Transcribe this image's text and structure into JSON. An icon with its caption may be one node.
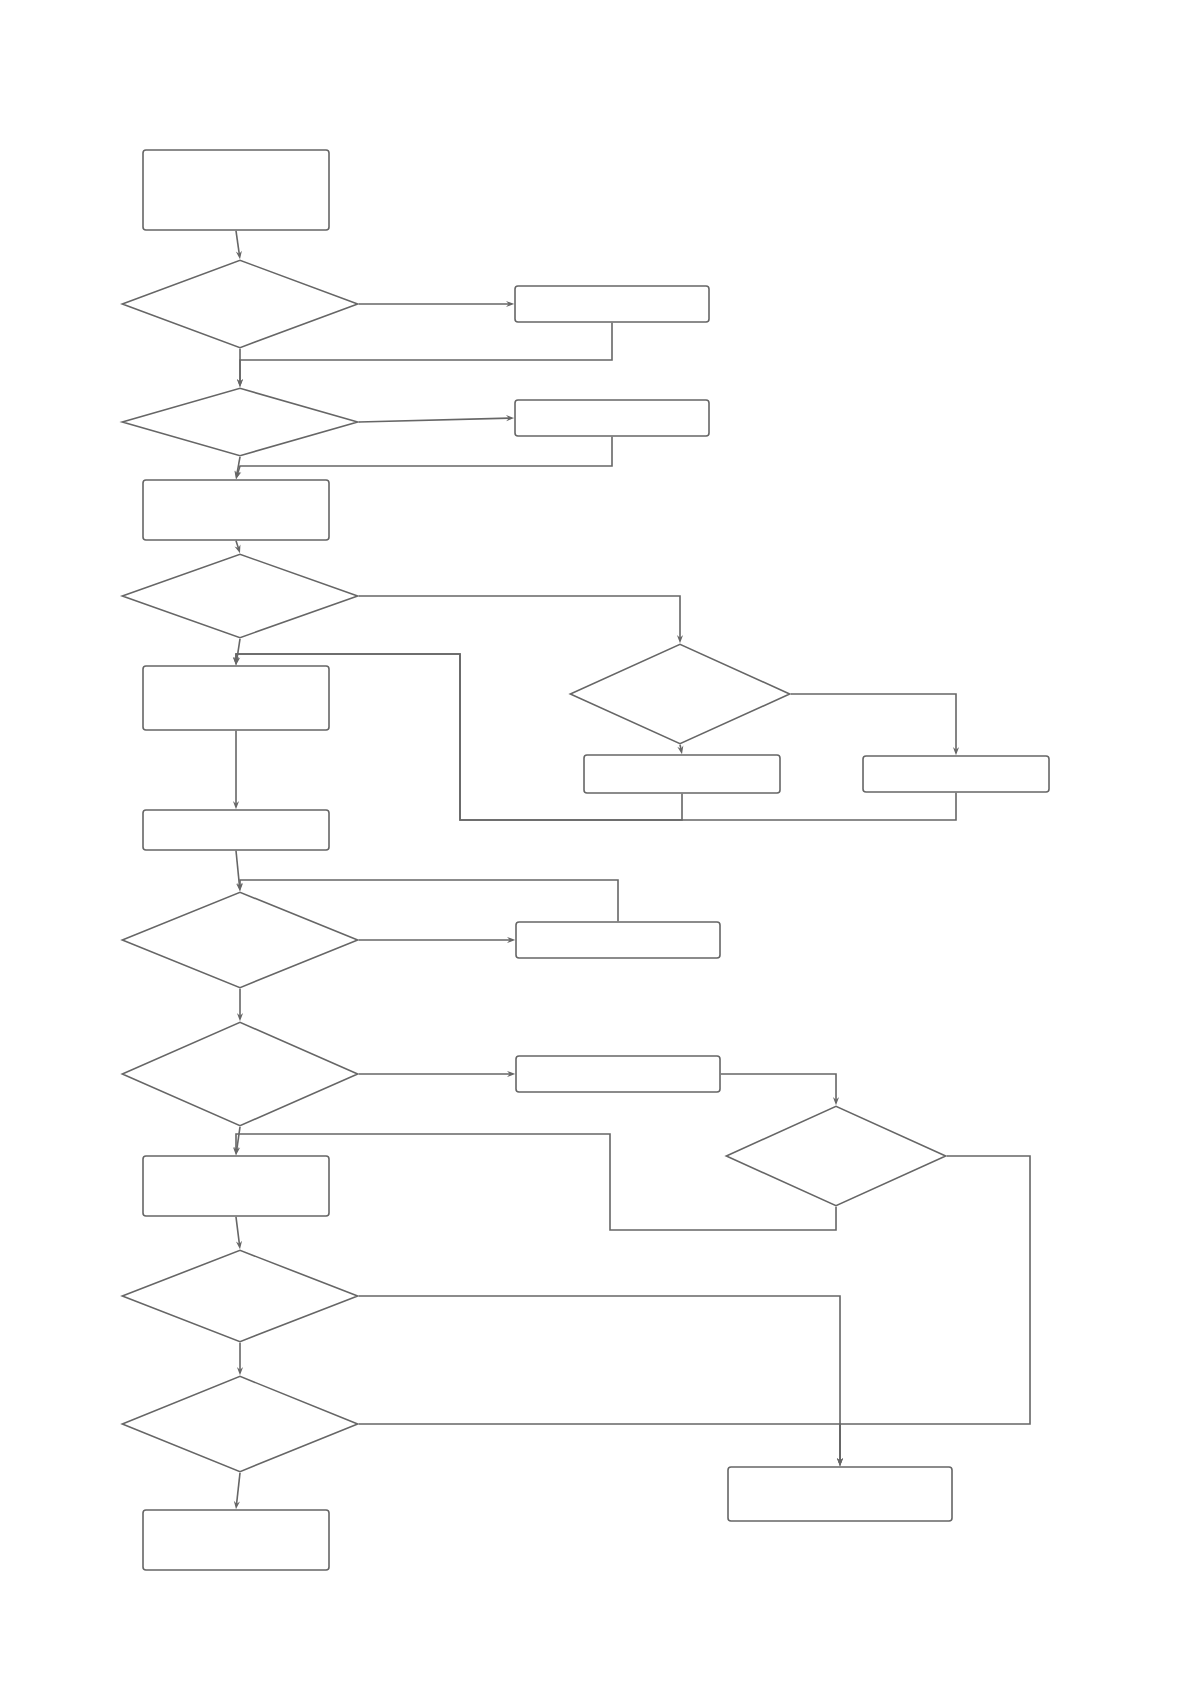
{
  "diagram": {
    "nodes": [
      {
        "text": [],
        "shape": "box"
      },
      {
        "text": [],
        "shape": "diamond"
      },
      {
        "text": [],
        "shape": "box"
      },
      {
        "text": [],
        "shape": "diamond"
      },
      {
        "text": [],
        "shape": "box"
      },
      {
        "text": [],
        "shape": "box"
      },
      {
        "text": [],
        "shape": "diamond"
      },
      {
        "text": [],
        "shape": "diamond"
      },
      {
        "text": [],
        "shape": "box"
      },
      {
        "text": [],
        "shape": "box"
      },
      {
        "text": [],
        "shape": "box"
      },
      {
        "text": [],
        "shape": "box"
      },
      {
        "text": [],
        "shape": "diamond"
      },
      {
        "text": [],
        "shape": "box"
      },
      {
        "text": [],
        "shape": "diamond"
      },
      {
        "text": [],
        "shape": "box"
      },
      {
        "text": [],
        "shape": "diamond"
      },
      {
        "text": [],
        "shape": "box"
      },
      {
        "text": [],
        "shape": "diamond"
      },
      {
        "text": [],
        "shape": "diamond"
      },
      {
        "text": [],
        "shape": "box"
      },
      {
        "text": [],
        "shape": "box"
      }
    ],
    "edges": [
      {
        "from": 0,
        "to": 1,
        "arrow": "to"
      },
      {
        "from": 1,
        "to": 2,
        "arrow": "to"
      },
      {
        "from": 2,
        "to": 3,
        "arrow": "to"
      },
      {
        "from": 1,
        "to": 3,
        "arrow": "to"
      },
      {
        "from": 3,
        "to": 4,
        "arrow": "to"
      },
      {
        "from": 4,
        "to": 5,
        "arrow": "to"
      },
      {
        "from": 3,
        "to": 5,
        "arrow": "to"
      },
      {
        "from": 5,
        "to": 6,
        "arrow": "to"
      },
      {
        "from": 6,
        "to": 7,
        "arrow": "to"
      },
      {
        "from": 7,
        "to": 8,
        "arrow": "to"
      },
      {
        "from": 7,
        "to": 9,
        "arrow": "to"
      },
      {
        "from": 8,
        "to": 10,
        "arrow": "to"
      },
      {
        "from": 9,
        "to": 10,
        "arrow": "to"
      },
      {
        "from": 6,
        "to": 10,
        "arrow": "to"
      },
      {
        "from": 10,
        "to": 11,
        "arrow": "to"
      },
      {
        "from": 11,
        "to": 12,
        "arrow": "to"
      },
      {
        "from": 12,
        "to": 13,
        "arrow": "to"
      },
      {
        "from": 13,
        "to": 12,
        "arrow": "to"
      },
      {
        "from": 12,
        "to": 14,
        "arrow": "to"
      },
      {
        "from": 14,
        "to": 15,
        "arrow": "to"
      },
      {
        "from": 15,
        "to": 16,
        "arrow": "to"
      },
      {
        "from": 16,
        "to": 17,
        "arrow": "to"
      },
      {
        "from": 14,
        "to": 17,
        "arrow": "to"
      },
      {
        "from": 17,
        "to": 18,
        "arrow": "to"
      },
      {
        "from": 18,
        "to": 20,
        "arrow": "to"
      },
      {
        "from": 18,
        "to": 19,
        "arrow": "to"
      },
      {
        "from": 19,
        "to": 20,
        "arrow": "to"
      },
      {
        "from": 16,
        "to": 20,
        "arrow": "to"
      },
      {
        "from": 19,
        "to": 21,
        "arrow": "to"
      }
    ]
  }
}
